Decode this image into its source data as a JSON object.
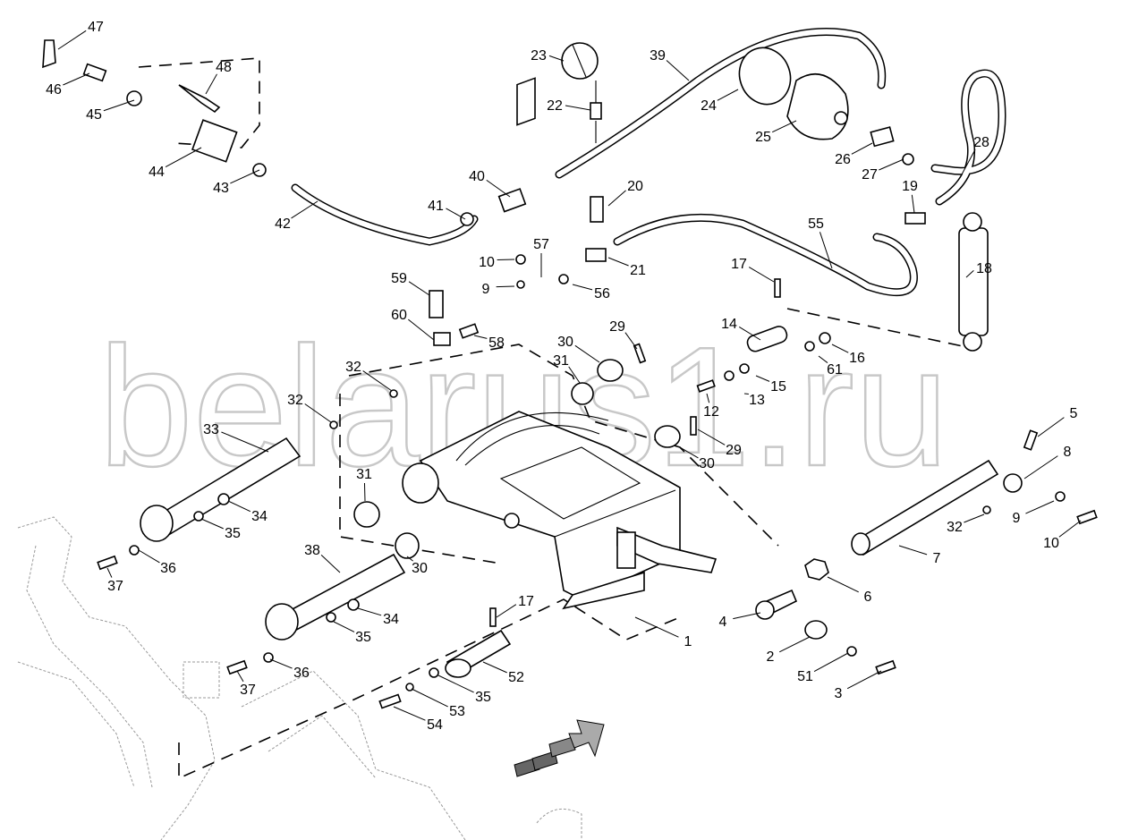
{
  "watermark": "belarus1.ru",
  "callouts": [
    "47",
    "46",
    "48",
    "45",
    "44",
    "43",
    "42",
    "40",
    "41",
    "23",
    "22",
    "39",
    "24",
    "25",
    "26",
    "27",
    "28",
    "19",
    "20",
    "21",
    "55",
    "10",
    "57",
    "9",
    "56",
    "59",
    "60",
    "58",
    "17",
    "18",
    "14",
    "29",
    "30",
    "31",
    "32",
    "32",
    "16",
    "61",
    "15",
    "13",
    "12",
    "29",
    "30",
    "33",
    "5",
    "8",
    "9",
    "10",
    "32",
    "34",
    "35",
    "31",
    "7",
    "36",
    "37",
    "30",
    "38",
    "6",
    "1",
    "17",
    "4",
    "34",
    "35",
    "2",
    "36",
    "37",
    "52",
    "35",
    "53",
    "51",
    "3",
    "54"
  ],
  "colors": {
    "line": "#000000",
    "watermark": "#c8c8c8",
    "background_frame": "#999999"
  }
}
